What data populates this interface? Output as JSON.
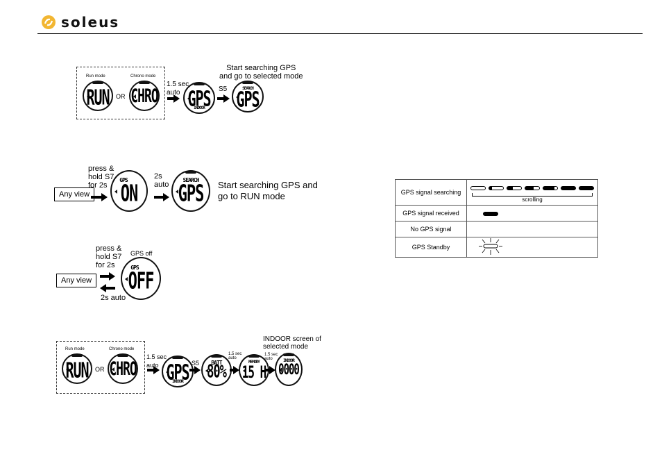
{
  "brand": {
    "name": "soleus",
    "accent": "#f2b632"
  },
  "flow1": {
    "run_mode_label": "Run mode",
    "chrono_mode_label": "Chrono mode",
    "run_display": "RUN",
    "chrono_display": "CHRO",
    "or_text": "OR",
    "step1_label": "1.5 sec\nauto",
    "gps_display": "GPS",
    "gps_sub": "INDOOR",
    "step2_label": "S5",
    "search_top": "SEARCH",
    "search_display": "GPS",
    "caption": "Start searching GPS\nand go to selected mode"
  },
  "flow2": {
    "any_view": "Any view",
    "press_label": "press &\nhold S7\nfor 2s",
    "gps_title": "GPS",
    "on_display": "ON",
    "auto_label": "2s\nauto",
    "search_title": "SEARCH",
    "search_display": "GPS",
    "caption": "Start searching GPS and\ngo to RUN mode"
  },
  "flow3": {
    "any_view": "Any view",
    "press_label": "press &\nhold S7\nfor 2s",
    "gps_off_label": "GPS off",
    "gps_title": "GPS",
    "off_display": "OFF",
    "back_label": "2s auto"
  },
  "flow4": {
    "run_mode_label": "Run mode",
    "chrono_mode_label": "Chrono mode",
    "run_display": "RUN",
    "chrono_display": "CHRO",
    "or_text": "OR",
    "step1_label": "1.5 sec\nauto",
    "gps_display": "GPS",
    "gps_sub": "INDOOR",
    "step2_label": "S5",
    "batt_title": "BATT",
    "batt_display": "80%",
    "step3_label": "1.5 sec\nauto",
    "memory_title": "MEMORY",
    "memory_display": "15 H",
    "step4_label": "1.5 sec\nauto",
    "indoor_title": "INDOOR",
    "indoor_display": "0000",
    "caption": "INDOOR screen of\nselected mode"
  },
  "signal_table": {
    "rows": [
      {
        "name": "GPS signal searching",
        "note": "scrolling"
      },
      {
        "name": "GPS signal received"
      },
      {
        "name": "No GPS signal"
      },
      {
        "name": "GPS Standby"
      }
    ]
  }
}
